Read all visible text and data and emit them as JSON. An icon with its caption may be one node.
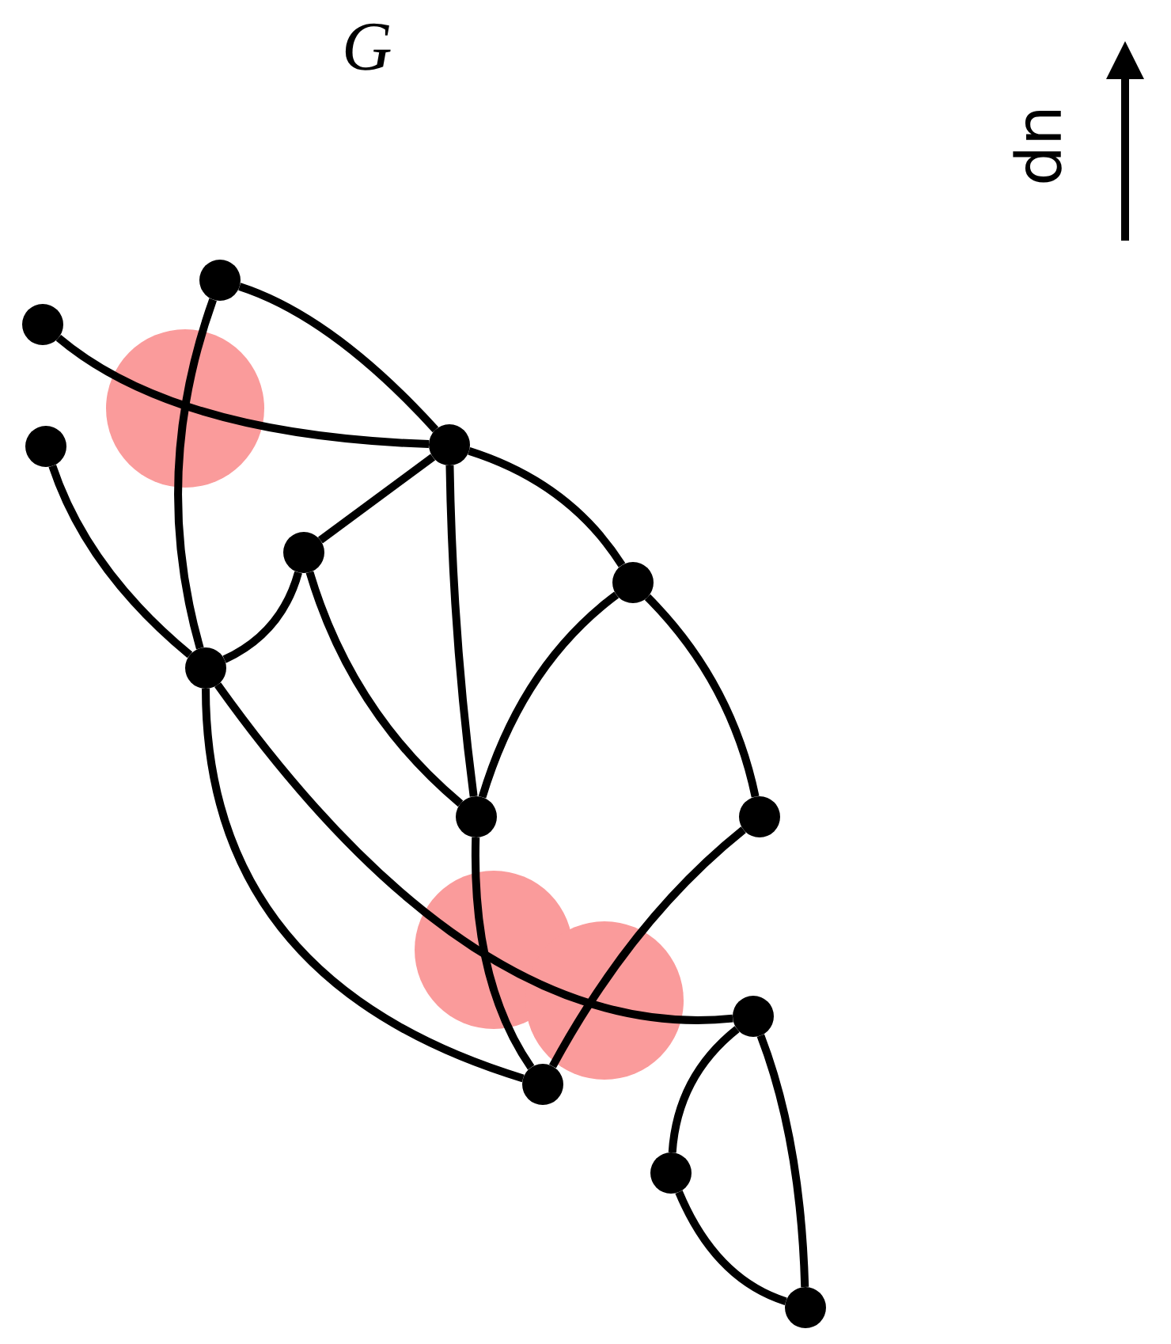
{
  "diagram": {
    "title": "G",
    "nodes": [
      {
        "text": [],
        "shape": "circle"
      },
      {
        "text": [],
        "shape": "circle"
      },
      {
        "text": [],
        "shape": "circle"
      },
      {
        "text": [],
        "shape": "circle"
      },
      {
        "text": [],
        "shape": "circle"
      },
      {
        "text": [],
        "shape": "circle"
      },
      {
        "text": [],
        "shape": "circle"
      },
      {
        "text": [],
        "shape": "circle"
      },
      {
        "text": [],
        "shape": "circle"
      },
      {
        "text": [],
        "shape": "circle"
      },
      {
        "text": [],
        "shape": "circle"
      },
      {
        "text": [],
        "shape": "circle"
      },
      {
        "text": [],
        "shape": "circle"
      }
    ],
    "edges": [
      {
        "from": 1,
        "to": 2,
        "arrow": "none"
      },
      {
        "from": 0,
        "to": 2,
        "arrow": "none"
      },
      {
        "from": 0,
        "to": 6,
        "arrow": "none"
      },
      {
        "from": 3,
        "to": 6,
        "arrow": "none"
      },
      {
        "from": 2,
        "to": 4,
        "arrow": "none"
      },
      {
        "from": 2,
        "to": 7,
        "arrow": "none"
      },
      {
        "from": 2,
        "to": 5,
        "arrow": "none"
      },
      {
        "from": 4,
        "to": 6,
        "arrow": "none"
      },
      {
        "from": 4,
        "to": 7,
        "arrow": "none"
      },
      {
        "from": 5,
        "to": 7,
        "arrow": "none"
      },
      {
        "from": 5,
        "to": 8,
        "arrow": "none"
      },
      {
        "from": 6,
        "to": 9,
        "arrow": "none"
      },
      {
        "from": 6,
        "to": 10,
        "arrow": "none"
      },
      {
        "from": 7,
        "to": 10,
        "arrow": "none"
      },
      {
        "from": 8,
        "to": 10,
        "arrow": "none"
      },
      {
        "from": 9,
        "to": 11,
        "arrow": "none"
      },
      {
        "from": 9,
        "to": 12,
        "arrow": "none"
      },
      {
        "from": 11,
        "to": 12,
        "arrow": "none"
      }
    ],
    "labels": [
      "up"
    ]
  }
}
